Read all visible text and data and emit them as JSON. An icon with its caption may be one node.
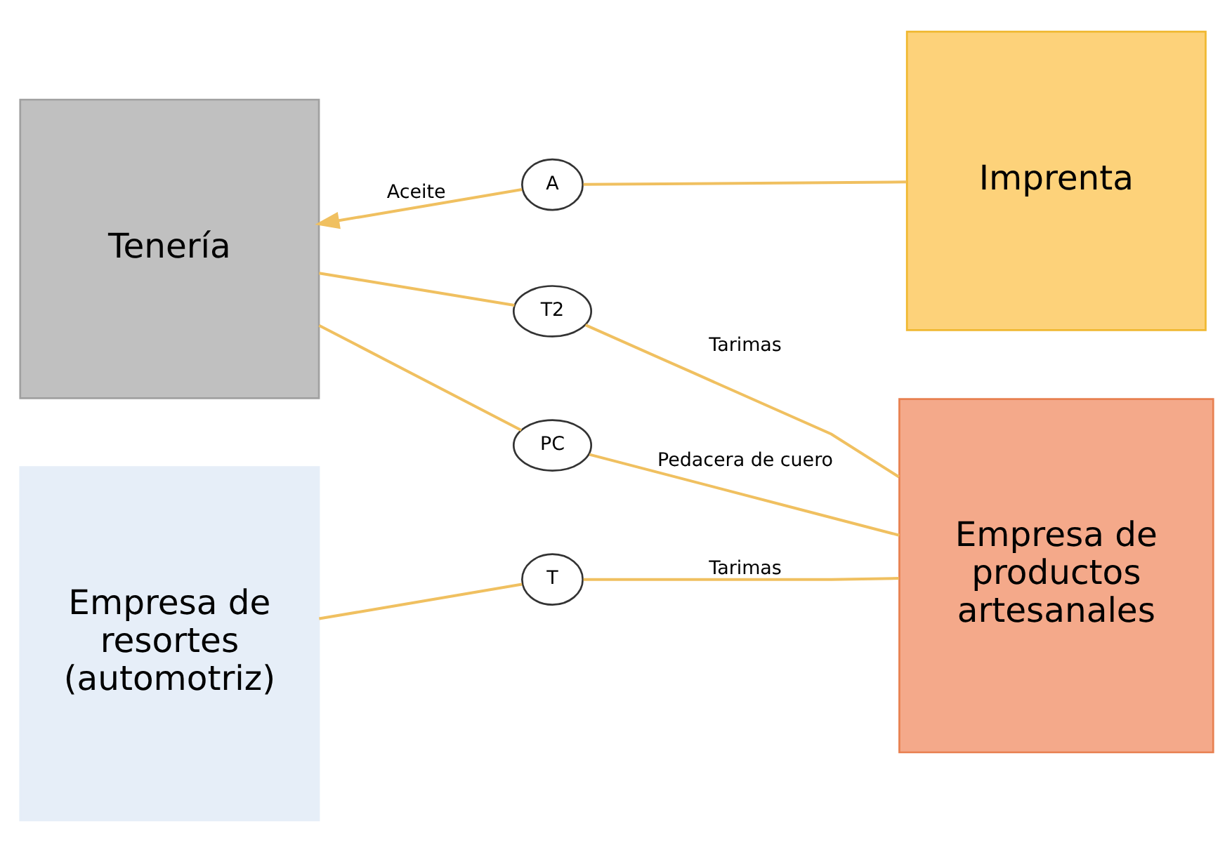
{
  "diagram": {
    "nodes": [
      {
        "text": [
          "Tenería"
        ]
      },
      {
        "text": [
          "Imprenta"
        ]
      },
      {
        "text": [
          "Empresa de productos artesanales"
        ]
      },
      {
        "text": [
          "Empresa de resortes (automotriz)"
        ]
      },
      {
        "text": [
          "A"
        ]
      },
      {
        "text": [
          "T2"
        ]
      },
      {
        "text": [
          "PC"
        ]
      },
      {
        "text": [
          "T"
        ]
      }
    ],
    "edges": [
      {
        "from": 1,
        "to": 4,
        "arrow": "none"
      },
      {
        "from": 4,
        "to": 0,
        "arrow": "to",
        "label": "Aceite"
      },
      {
        "from": 0,
        "to": 5,
        "arrow": "none"
      },
      {
        "from": 5,
        "to": 2,
        "arrow": "none",
        "label": "Tarimas"
      },
      {
        "from": 0,
        "to": 6,
        "arrow": "none"
      },
      {
        "from": 6,
        "to": 2,
        "arrow": "none",
        "label": "Pedacera de cuero"
      },
      {
        "from": 3,
        "to": 7,
        "arrow": "none"
      },
      {
        "from": 7,
        "to": 2,
        "arrow": "none",
        "label": "Tarimas"
      }
    ]
  }
}
